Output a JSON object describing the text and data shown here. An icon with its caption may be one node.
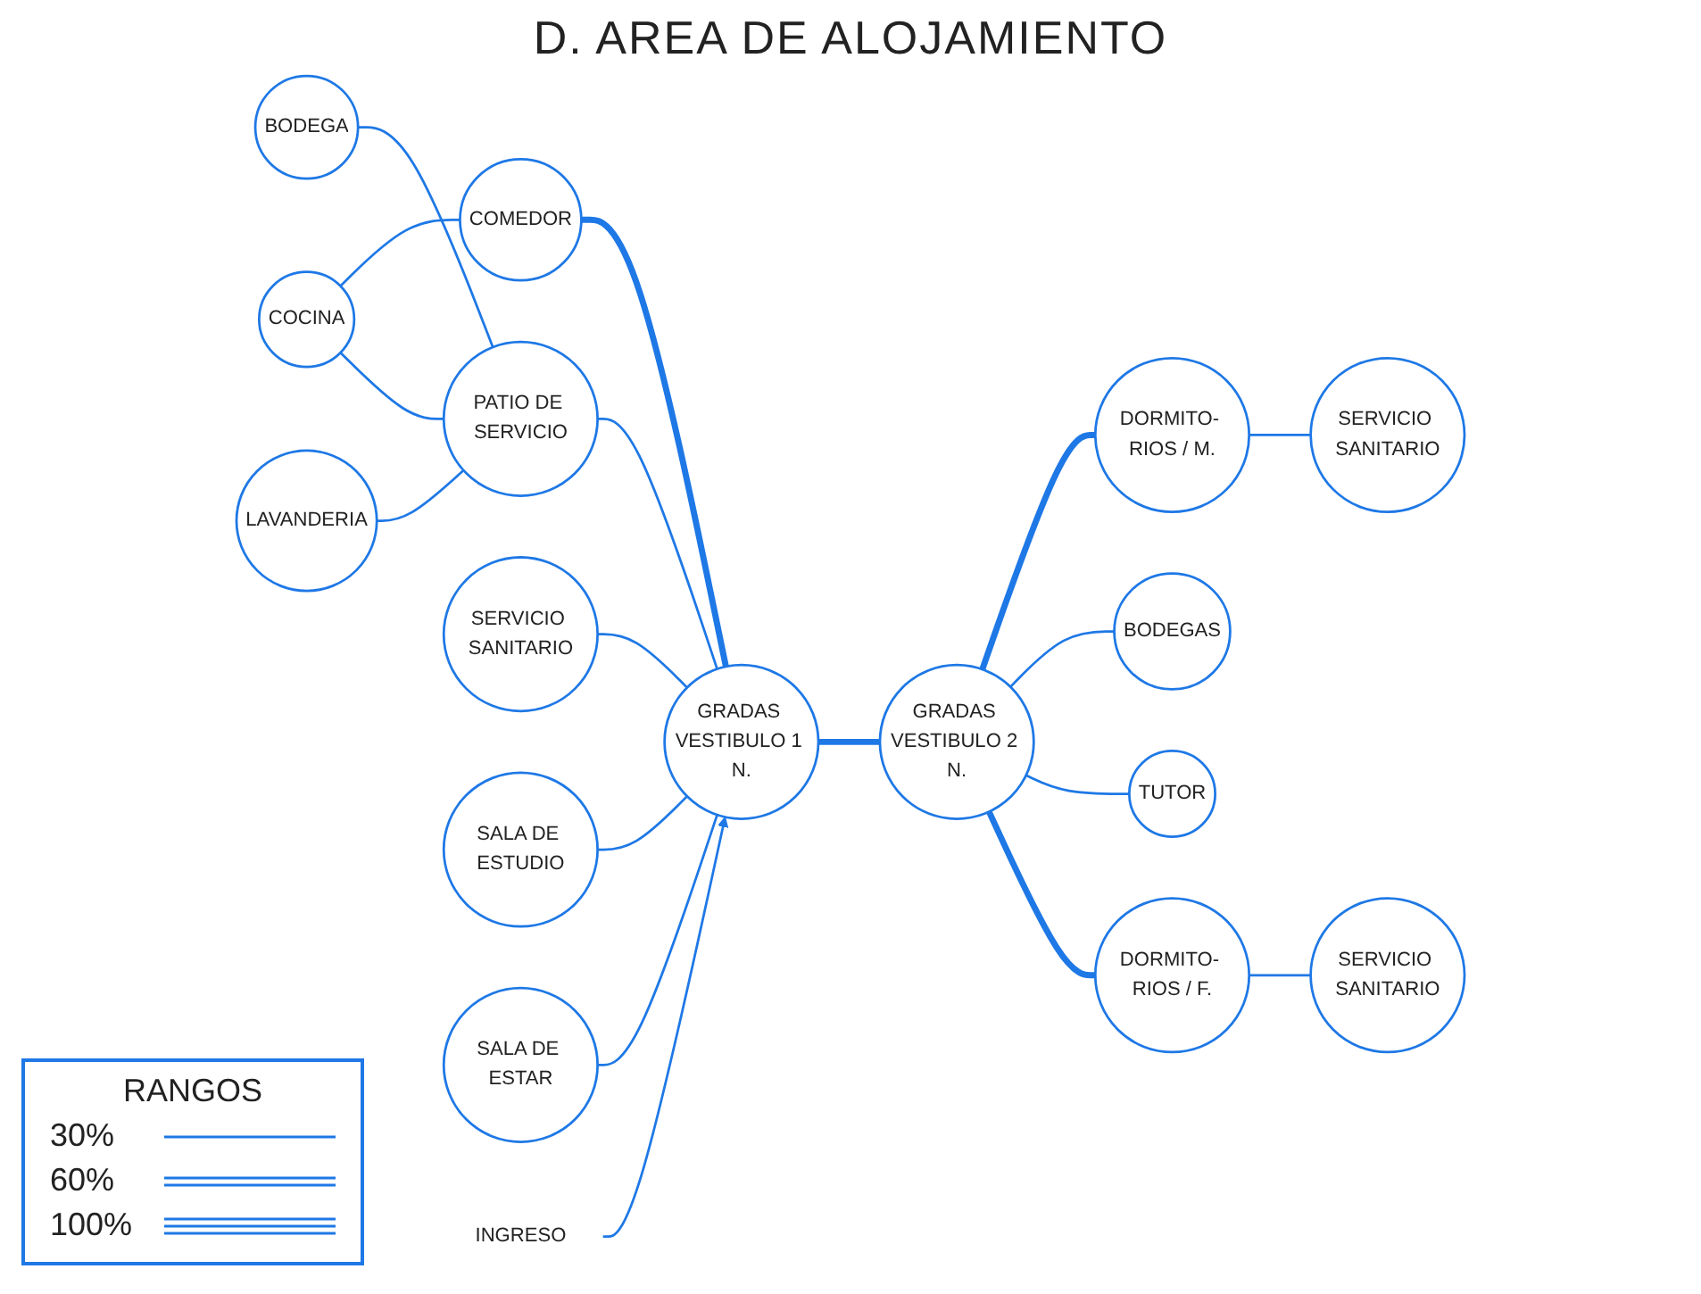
{
  "diagram": {
    "title": "D. AREA DE ALOJAMIENTO",
    "nodes": [
      {
        "text": [
          "COCINA"
        ]
      },
      {
        "text": [
          "BODEGA"
        ]
      },
      {
        "text": [
          "COMEDOR"
        ]
      },
      {
        "text": [
          "PATIO DE SERVICIO"
        ]
      },
      {
        "text": [
          "LAVANDERIA"
        ]
      },
      {
        "text": [
          "SERVICIO SANITARIO"
        ]
      },
      {
        "text": [
          "GRADAS VESTIBULO 1 N."
        ]
      },
      {
        "text": [
          "SALA DE ESTUDIO"
        ]
      },
      {
        "text": [
          "SALA DE ESTAR"
        ]
      },
      {
        "text": [
          "INGRESO"
        ]
      },
      {
        "text": [
          "SERVICIO SANITARIO"
        ]
      },
      {
        "text": [
          "DORMITO- RIOS / M."
        ]
      },
      {
        "text": [
          "BODEGAS"
        ]
      },
      {
        "text": [
          "GRADAS VESTIBULO 2 N."
        ]
      },
      {
        "text": [
          "TUTOR"
        ]
      },
      {
        "text": [
          "DORMITO- RIOS / F."
        ]
      },
      {
        "text": [
          "SERVICIO SANITARIO"
        ]
      }
    ],
    "edges": [
      {
        "from": 0,
        "to": 2,
        "arrow": "none"
      },
      {
        "from": 0,
        "to": 3,
        "arrow": "none"
      },
      {
        "from": 1,
        "to": 3,
        "arrow": "none"
      },
      {
        "from": 4,
        "to": 3,
        "arrow": "none"
      },
      {
        "from": 3,
        "to": 6,
        "arrow": "none"
      },
      {
        "from": 2,
        "to": 6,
        "arrow": "none",
        "style": "thick"
      },
      {
        "from": 5,
        "to": 6,
        "arrow": "none"
      },
      {
        "from": 7,
        "to": 6,
        "arrow": "none"
      },
      {
        "from": 8,
        "to": 6,
        "arrow": "none"
      },
      {
        "from": 9,
        "to": 6,
        "arrow": "to"
      },
      {
        "from": 6,
        "to": 13,
        "arrow": "none",
        "style": "thick"
      },
      {
        "from": 11,
        "to": 10,
        "arrow": "none"
      },
      {
        "from": 13,
        "to": 11,
        "arrow": "none",
        "style": "thick"
      },
      {
        "from": 13,
        "to": 12,
        "arrow": "none"
      },
      {
        "from": 13,
        "to": 14,
        "arrow": "none"
      },
      {
        "from": 13,
        "to": 15,
        "arrow": "none",
        "style": "thick"
      },
      {
        "from": 15,
        "to": 16,
        "arrow": "none"
      }
    ],
    "labels": [
      "RANGOS"
    ],
    "legend": [
      {
        "text": "30%"
      },
      {
        "text": "60%"
      },
      {
        "text": "100%"
      }
    ]
  }
}
